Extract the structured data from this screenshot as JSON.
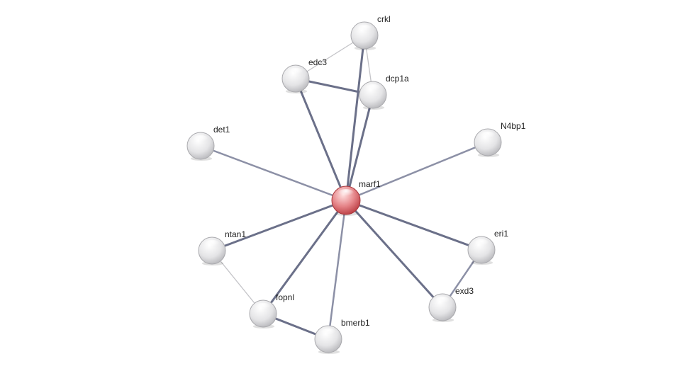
{
  "colors": {
    "edge_strong": "#6b7089",
    "edge_medium": "#8c90a6",
    "edge_light": "#c4c4c8",
    "node_grey_light": "#ffffff",
    "node_grey_dark": "#b9b9bd",
    "node_center_light": "#ffd6d6",
    "node_center_dark": "#c4494e"
  },
  "network": {
    "center": "marf1",
    "nodes": [
      {
        "id": "marf1",
        "label": "marf1",
        "center": true
      },
      {
        "id": "crkl",
        "label": "crkl"
      },
      {
        "id": "edc3",
        "label": "edc3"
      },
      {
        "id": "dcp1a",
        "label": "dcp1a"
      },
      {
        "id": "det1",
        "label": "det1"
      },
      {
        "id": "N4bp1",
        "label": "N4bp1"
      },
      {
        "id": "ntan1",
        "label": "ntan1"
      },
      {
        "id": "eri1",
        "label": "eri1"
      },
      {
        "id": "exd3",
        "label": "exd3"
      },
      {
        "id": "fopnl",
        "label": "fopnl"
      },
      {
        "id": "bmerb1",
        "label": "bmerb1"
      }
    ],
    "edges": [
      {
        "source": "marf1",
        "target": "crkl",
        "strength": "strong"
      },
      {
        "source": "marf1",
        "target": "edc3",
        "strength": "strong"
      },
      {
        "source": "marf1",
        "target": "dcp1a",
        "strength": "strong"
      },
      {
        "source": "marf1",
        "target": "det1",
        "strength": "medium"
      },
      {
        "source": "marf1",
        "target": "N4bp1",
        "strength": "medium"
      },
      {
        "source": "marf1",
        "target": "ntan1",
        "strength": "strong"
      },
      {
        "source": "marf1",
        "target": "eri1",
        "strength": "strong"
      },
      {
        "source": "marf1",
        "target": "exd3",
        "strength": "strong"
      },
      {
        "source": "marf1",
        "target": "fopnl",
        "strength": "strong"
      },
      {
        "source": "marf1",
        "target": "bmerb1",
        "strength": "medium"
      },
      {
        "source": "edc3",
        "target": "dcp1a",
        "strength": "strong"
      },
      {
        "source": "edc3",
        "target": "crkl",
        "strength": "light"
      },
      {
        "source": "crkl",
        "target": "dcp1a",
        "strength": "light"
      },
      {
        "source": "ntan1",
        "target": "fopnl",
        "strength": "light"
      },
      {
        "source": "fopnl",
        "target": "bmerb1",
        "strength": "strong"
      },
      {
        "source": "eri1",
        "target": "exd3",
        "strength": "medium"
      }
    ]
  }
}
